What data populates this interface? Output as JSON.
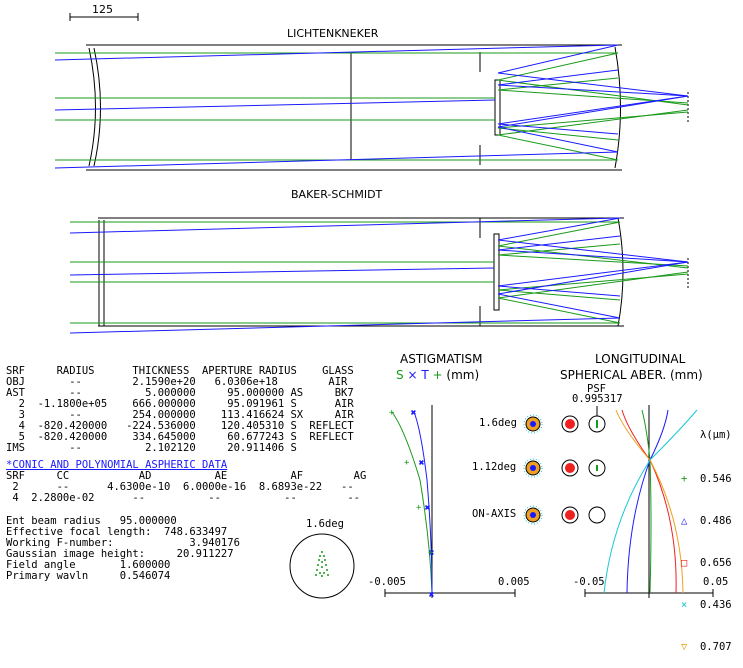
{
  "scale_bar": {
    "label": "125"
  },
  "designs": [
    {
      "title": "LICHTENKNEKER"
    },
    {
      "title": "BAKER-SCHMIDT"
    }
  ],
  "lens_table": {
    "header": "SRF     RADIUS      THICKNESS  APERTURE RADIUS    GLASS",
    "rows": [
      "OBJ       --        2.1590e+20   6.0306e+18        AIR",
      "AST       --          5.000000     95.000000 AS     BK7",
      "  2  -1.1800e+05    666.000000     95.091961 S      AIR",
      "  3       --        254.000000    113.416624 SX     AIR",
      "  4  -820.420000   -224.536000    120.405310 S  REFLECT",
      "  5  -820.420000    334.645000     60.677243 S  REFLECT",
      "IMS       --          2.102120     20.911406 S"
    ]
  },
  "conic": {
    "title": "*CONIC AND POLYNOMIAL ASPHERIC DATA",
    "header": "SRF     CC           AD          AE          AF        AG",
    "rows": [
      " 2      --      4.6300e-10  6.0000e-16  8.6893e-22   --",
      " 4  2.2800e-02      --          --          --        --"
    ]
  },
  "summary": [
    "Ent beam radius   95.000000",
    "Effective focal length:  748.633497",
    "Working F-number:            3.940176",
    "Gaussian image height:     20.911227",
    "Field angle       1.600000",
    "Primary wavln     0.546074"
  ],
  "spot_label": "1.6deg",
  "astig": {
    "title": "ASTIGMATISM",
    "legend_s": "S",
    "legend_x": "×",
    "legend_t": "T",
    "legend_plus": "+",
    "units": "(mm)",
    "x_min": "-0.005",
    "x_max": "0.005"
  },
  "psf": {
    "label": "PSF",
    "value": "0.995317",
    "fields": [
      "1.6deg",
      "1.12deg",
      "ON-AXIS"
    ]
  },
  "lsa": {
    "title1": "LONGITUDINAL",
    "title2": "SPHERICAL ABER.",
    "units": "(mm)",
    "x_min": "-0.05",
    "x_max": "0.05",
    "legend_title": "λ(μm)",
    "wavelengths": [
      {
        "symbol": "+",
        "value": "0.546",
        "color": "#1a9a1a"
      },
      {
        "symbol": "△",
        "value": "0.486",
        "color": "#1a1aff"
      },
      {
        "symbol": "□",
        "value": "0.656",
        "color": "#ee2020"
      },
      {
        "symbol": "×",
        "value": "0.436",
        "color": "#18c8d8"
      },
      {
        "symbol": "▽",
        "value": "0.707",
        "color": "#f0a020"
      }
    ]
  },
  "colors": {
    "green": "#1a9a1a",
    "blue": "#1a1aff",
    "red": "#ee2020",
    "cyan": "#18c8d8",
    "orange": "#f0a020"
  }
}
